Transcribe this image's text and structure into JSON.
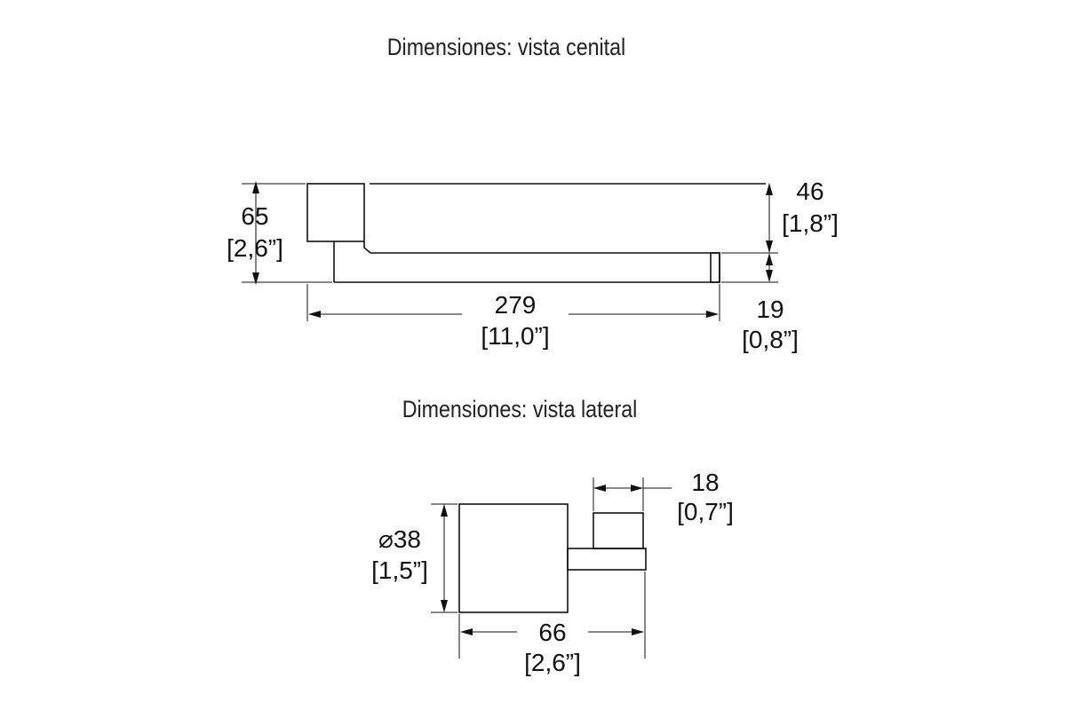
{
  "titles": {
    "top": "Dimensiones: vista cenital",
    "side": "Dimensiones: vista lateral"
  },
  "top_view": {
    "height": {
      "mm": "65",
      "in": "[2,6”]"
    },
    "length": {
      "mm": "279",
      "in": "[11,0”]"
    },
    "depth": {
      "mm": "46",
      "in": "[1,8”]"
    },
    "bar": {
      "mm": "19",
      "in": "[0,8”]"
    }
  },
  "side_view": {
    "diameter": {
      "symbol": "⌀",
      "mm": "38",
      "in": "[1,5”]"
    },
    "width": {
      "mm": "66",
      "in": "[2,6”]"
    },
    "arm": {
      "mm": "18",
      "in": "[0,7”]"
    }
  }
}
